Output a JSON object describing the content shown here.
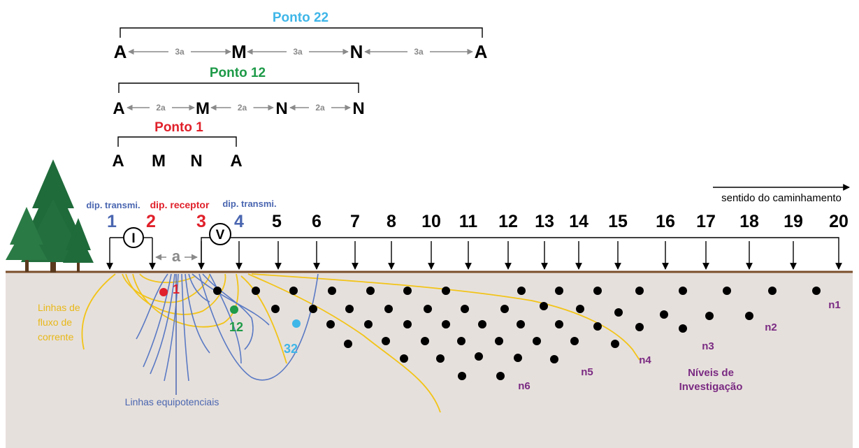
{
  "colors": {
    "blue": "#4a66b0",
    "red": "#e0202a",
    "green": "#1e9a48",
    "cyan": "#3fb6e8",
    "purple": "#7a2a82",
    "yellow": "#f2c418",
    "soil": "#e6e0dc",
    "ground_line": "#7a4e2a",
    "gray": "#8a8a8a",
    "tree": "#1f6b3a"
  },
  "configs": [
    {
      "id": "p22",
      "title": "Ponto 22",
      "color": "cyan",
      "labels": [
        "A",
        "M",
        "N",
        "A"
      ],
      "spacing": "3a"
    },
    {
      "id": "p12",
      "title": "Ponto 12",
      "color": "green",
      "labels": [
        "A",
        "M",
        "N",
        "N"
      ],
      "spacing": "2a"
    },
    {
      "id": "p1",
      "title": "Ponto 1",
      "color": "red",
      "labels": [
        "A",
        "M",
        "N",
        "A"
      ],
      "spacing": ""
    }
  ],
  "direction_label": "sentido do caminhamento",
  "dipole_labels": {
    "left": "dip. transmi.",
    "mid": "dip. receptor",
    "right": "dip. transmi."
  },
  "stations": [
    "1",
    "2",
    "3",
    "4",
    "5",
    "6",
    "7",
    "8",
    "10",
    "11",
    "12",
    "13",
    "14",
    "15",
    "16",
    "17",
    "18",
    "19",
    "20"
  ],
  "meter_current": "I",
  "meter_voltage": "V",
  "spacing_a": "a",
  "point_labels": {
    "p1": "1",
    "p12": "12",
    "p32": "32"
  },
  "current_lines_label": [
    "Linhas de",
    "fluxo de",
    "corrente"
  ],
  "equipotential_label": "Linhas equipotenciais",
  "level_labels": [
    "n1",
    "n2",
    "n3",
    "n4",
    "n5",
    "n6"
  ],
  "investigation_label": [
    "Níveis de",
    "Investigação"
  ]
}
